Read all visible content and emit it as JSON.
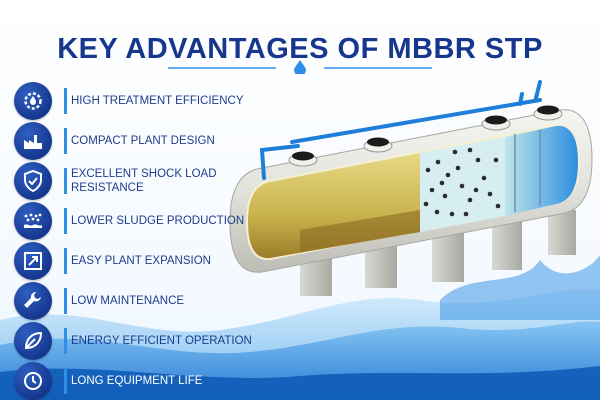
{
  "header": {
    "title": "KEY ADVANTAGES OF MBBR STP"
  },
  "advantages": [
    {
      "label": "HIGH TREATMENT EFFICIENCY",
      "icon": "gear-drop-icon"
    },
    {
      "label": "COMPACT PLANT DESIGN",
      "icon": "factory-icon"
    },
    {
      "label": "EXCELLENT SHOCK LOAD\nRESISTANCE",
      "icon": "shield-check-icon"
    },
    {
      "label": "LOWER SLUDGE PRODUCTION",
      "icon": "sludge-dots-icon"
    },
    {
      "label": "EASY PLANT EXPANSION",
      "icon": "expand-arrows-icon"
    },
    {
      "label": "LOW MAINTENANCE",
      "icon": "wrench-icon"
    },
    {
      "label": "ENERGY EFFICIENT OPERATION",
      "icon": "leaf-icon"
    },
    {
      "label": "LONG EQUIPMENT LIFE",
      "icon": "clock-icon"
    }
  ],
  "colors": {
    "title": "#17378f",
    "accent": "#2f8fe6",
    "icon_bg": "#16388f",
    "water": "#1f7fd8"
  }
}
